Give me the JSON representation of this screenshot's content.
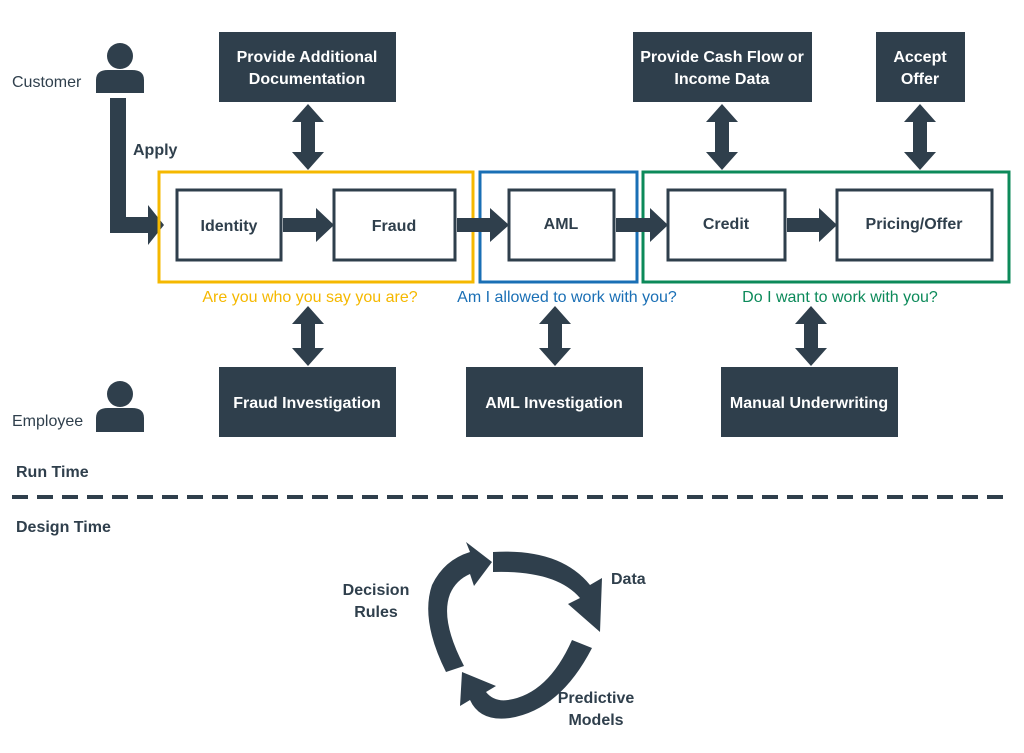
{
  "actors": {
    "customer": "Customer",
    "employee": "Employee"
  },
  "apply_label": "Apply",
  "top_boxes": {
    "documentation": [
      "Provide Additional",
      "Documentation"
    ],
    "cashflow": [
      "Provide Cash Flow or",
      "Income Data"
    ],
    "accept": [
      "Accept",
      "Offer"
    ]
  },
  "steps": {
    "identity": "Identity",
    "fraud": "Fraud",
    "aml": "AML",
    "credit": "Credit",
    "pricing": "Pricing/Offer"
  },
  "groups": {
    "identity": {
      "caption": "Are you who you say you are?",
      "color": "#f5b800"
    },
    "aml": {
      "caption": "Am I allowed to work with you?",
      "color": "#1a6fb5"
    },
    "credit": {
      "caption": "Do I want to work with you?",
      "color": "#0c8a5a"
    }
  },
  "bottom_boxes": {
    "fraud_investigation": "Fraud Investigation",
    "aml_investigation": "AML Investigation",
    "manual_underwriting": "Manual Underwriting"
  },
  "sections": {
    "run_time": "Run Time",
    "design_time": "Design Time"
  },
  "cycle": {
    "data": "Data",
    "predictive_models": [
      "Predictive",
      "Models"
    ],
    "decision_rules": [
      "Decision",
      "Rules"
    ]
  },
  "colors": {
    "dark": "#2f3f4c"
  }
}
